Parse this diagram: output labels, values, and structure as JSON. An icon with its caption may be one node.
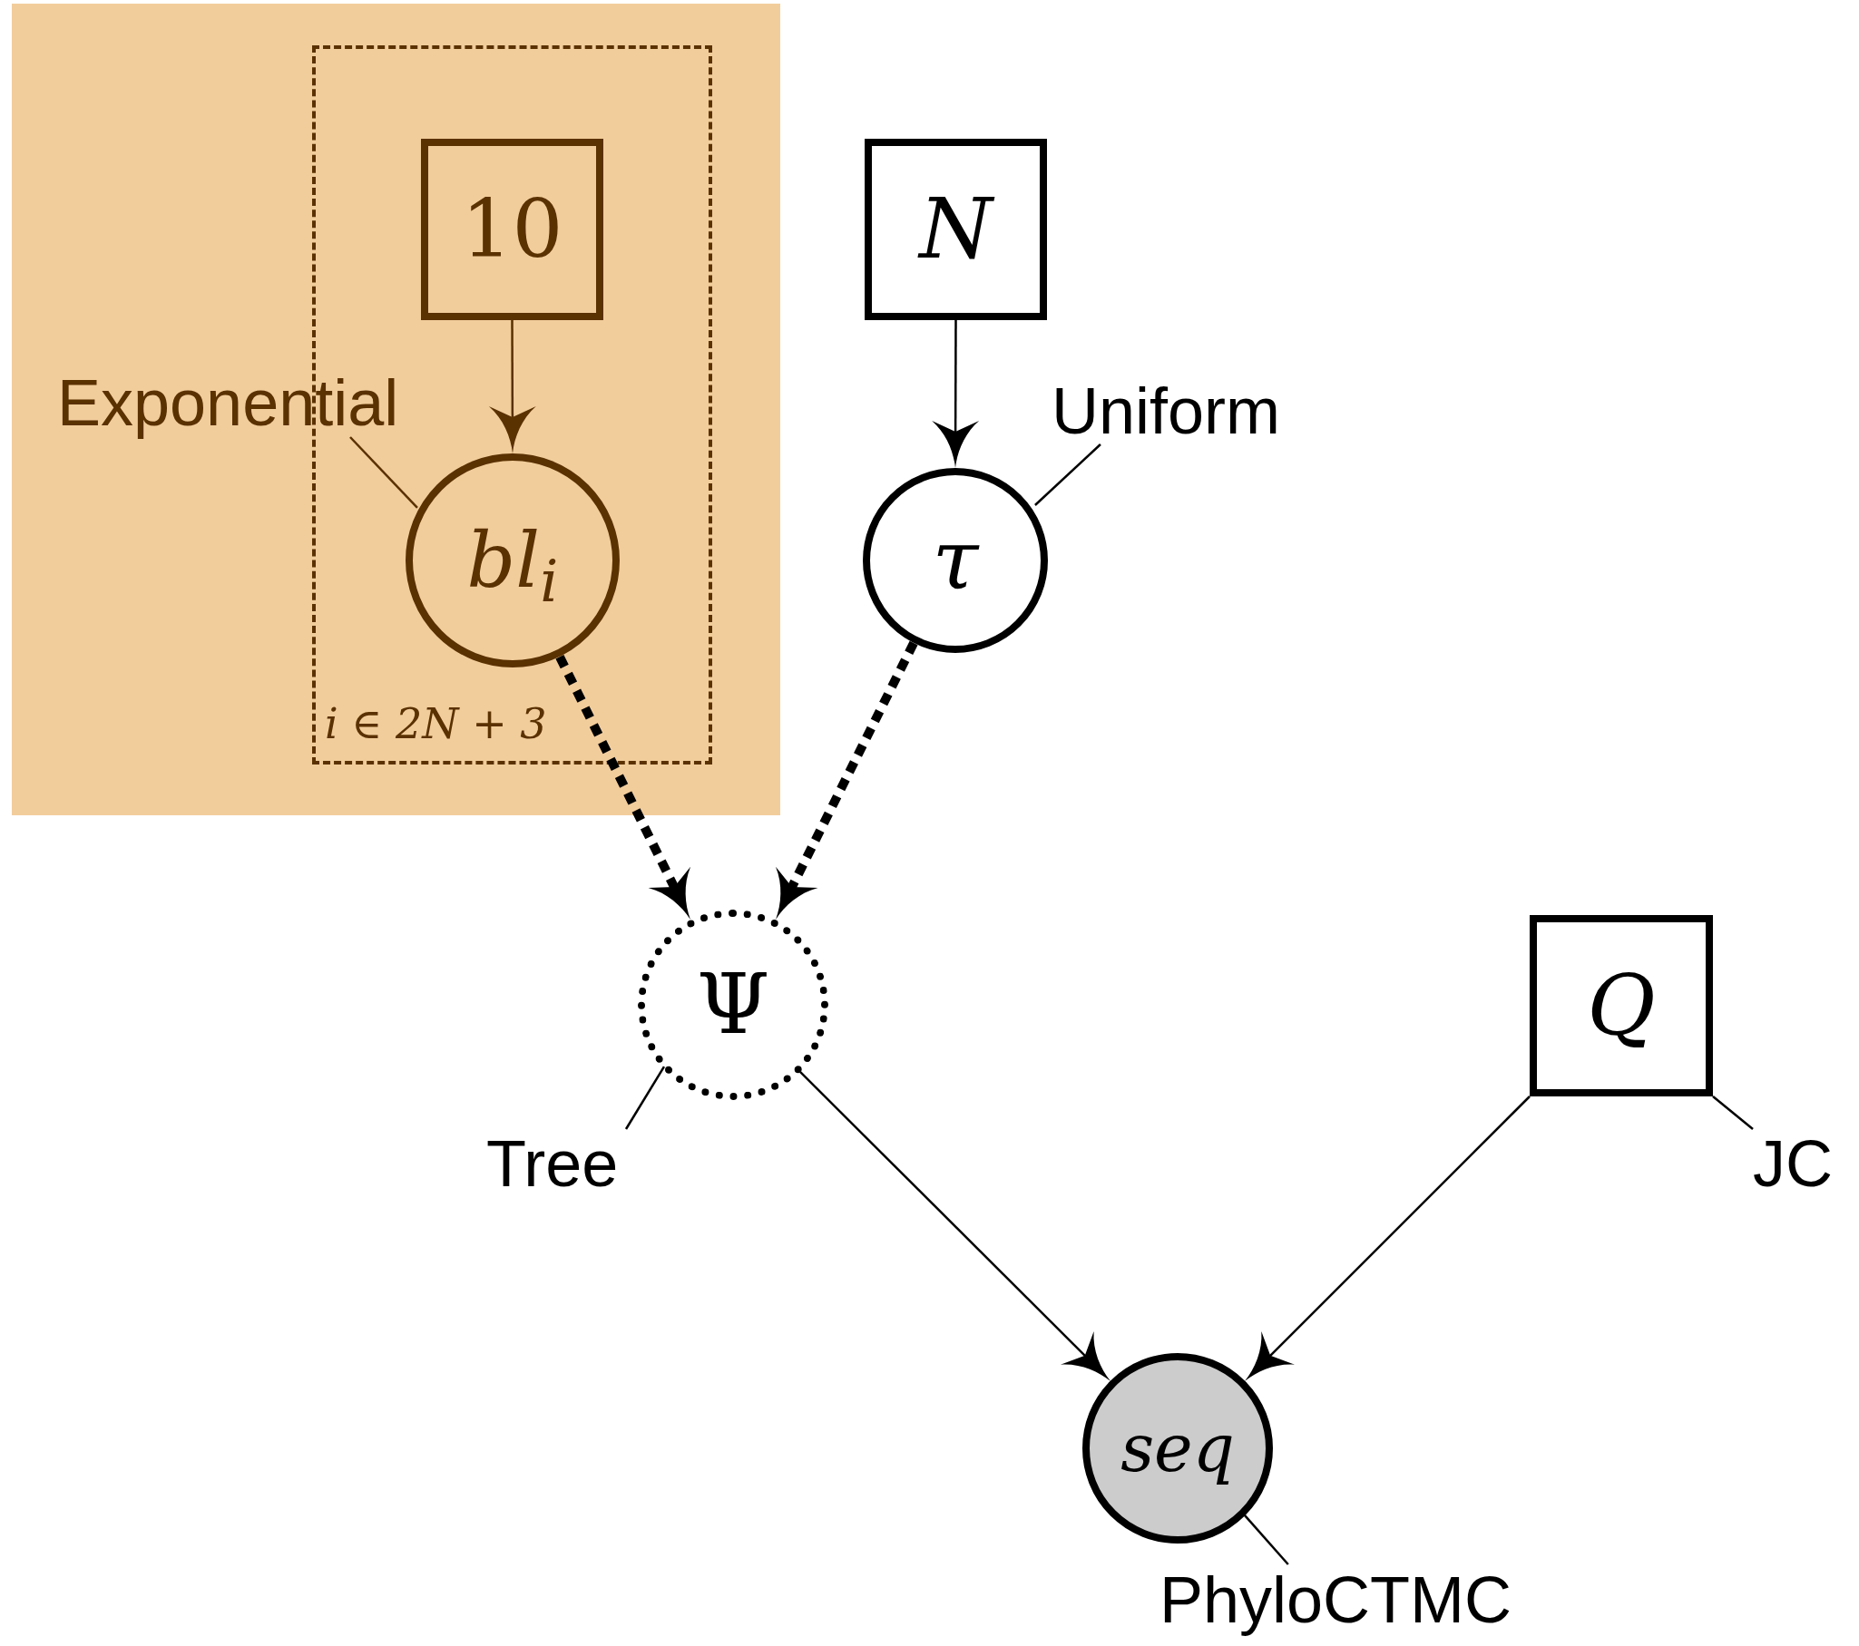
{
  "diagram": {
    "nodes": [
      {
        "text": [],
        "shape": "box"
      },
      {
        "text": [
          "i ∈ 2N + 3"
        ],
        "in": 0
      },
      {
        "text": [
          "10"
        ],
        "in": 1
      },
      {
        "text": [
          "Exponential"
        ],
        "in": 0
      },
      {
        "text": [
          "bl$_{i}$"
        ],
        "in": 1
      },
      {
        "text": [
          "N"
        ]
      },
      {
        "text": [
          "Uniform"
        ]
      },
      {
        "text": [
          "τ"
        ]
      },
      {
        "text": [
          "Ψ"
        ]
      },
      {
        "text": [
          "Tree"
        ]
      },
      {
        "text": [
          "Q"
        ]
      },
      {
        "text": [
          "JC"
        ]
      },
      {
        "text": [
          "seq"
        ]
      },
      {
        "text": [
          "PhyloCTMC"
        ]
      }
    ],
    "edges": [
      {
        "from": 2,
        "to": 4,
        "arrow": "to",
        "color": "#5a3100"
      },
      {
        "from": 5,
        "to": 7,
        "arrow": "to"
      },
      {
        "from": 4,
        "to": 8,
        "arrow": "to",
        "style": "dashed"
      },
      {
        "from": 7,
        "to": 8,
        "arrow": "to",
        "style": "dashed"
      },
      {
        "from": 8,
        "to": 12,
        "arrow": "to"
      },
      {
        "from": 10,
        "to": 12,
        "arrow": "to"
      },
      {
        "from": 3,
        "to": 4,
        "arrow": "none",
        "color": "#5a3100"
      },
      {
        "from": 6,
        "to": 7,
        "arrow": "none"
      },
      {
        "from": 9,
        "to": 8,
        "arrow": "none"
      },
      {
        "from": 11,
        "to": 10,
        "arrow": "none"
      },
      {
        "from": 13,
        "to": 12,
        "arrow": "none"
      }
    ]
  }
}
